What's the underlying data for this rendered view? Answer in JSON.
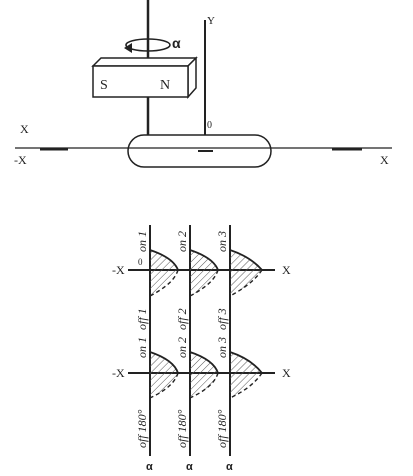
{
  "top": {
    "alpha": "α",
    "magnet_s": "S",
    "magnet_n": "N",
    "axis_y": "Y",
    "origin": "0",
    "x_left": "X",
    "neg_x": "-X",
    "x_right": "X"
  },
  "bottom": {
    "neg_x": "-X",
    "x": "X",
    "origin": "0",
    "row1_top": [
      "on 1",
      "on 2",
      "on 3"
    ],
    "row1_bottom": [
      "off 1",
      "off 2",
      "off 3"
    ],
    "row2_top": [
      "on 1",
      "on 2",
      "on 3"
    ],
    "row2_bottom": [
      "off 180°",
      "off 180°",
      "off 180°"
    ],
    "alphas": [
      "α",
      "α",
      "α"
    ]
  },
  "colors": {
    "ink": "#222222",
    "hatch": "#555555"
  }
}
